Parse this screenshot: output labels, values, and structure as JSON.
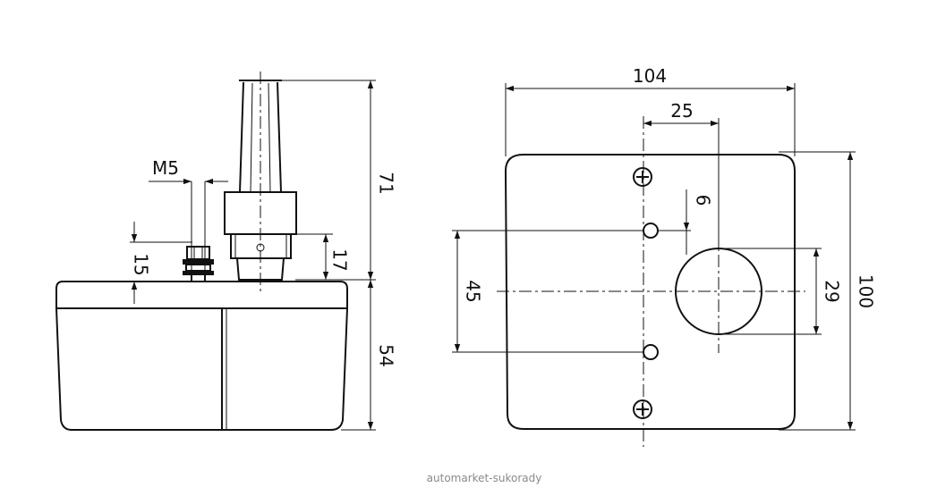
{
  "side_view": {
    "dims": {
      "m5": "M5",
      "d15": "15",
      "d17": "17",
      "d71": "71",
      "d54": "54"
    }
  },
  "front_view": {
    "dims": {
      "d104": "104",
      "d25": "25",
      "d6": "6",
      "d45": "45",
      "d29": "29",
      "d100": "100"
    }
  },
  "watermark": "automarket-sukorady"
}
